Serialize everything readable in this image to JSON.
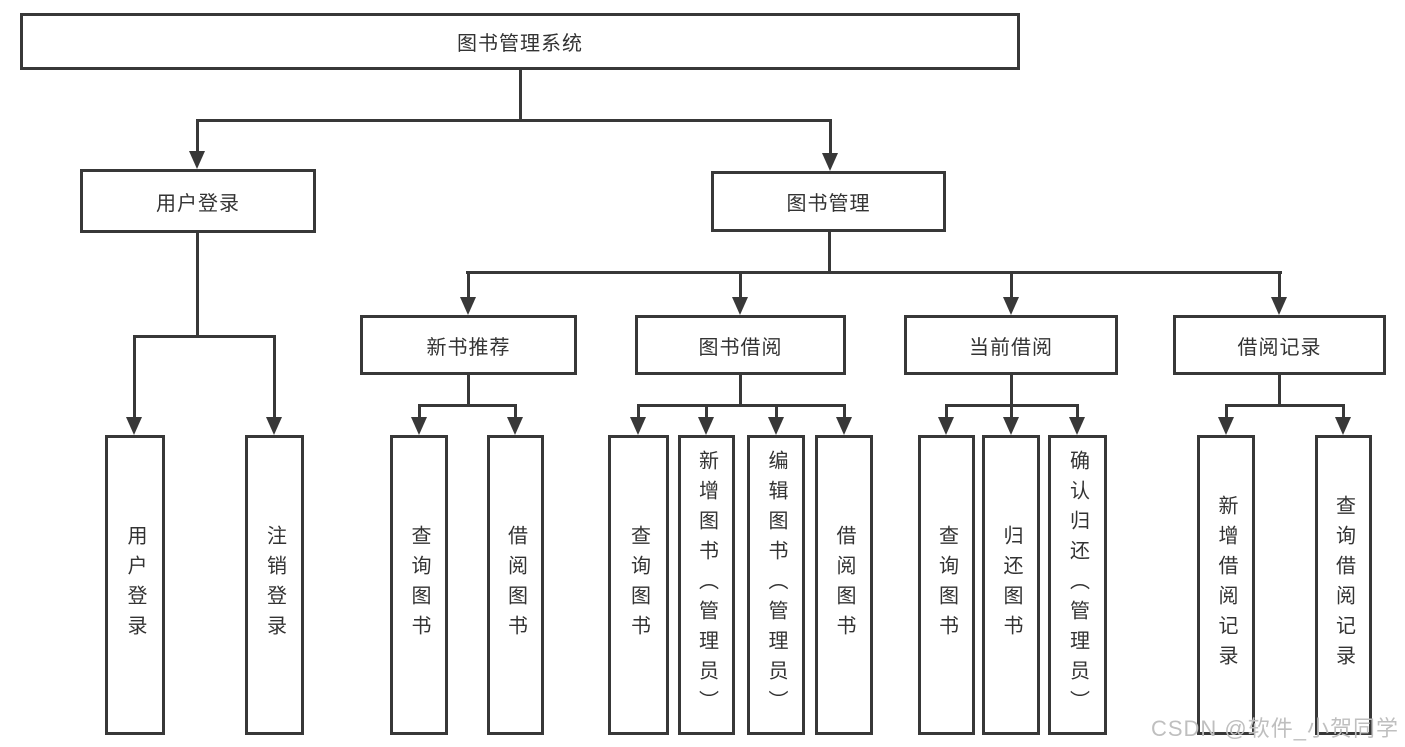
{
  "diagram": {
    "type": "hierarchy-tree",
    "colors": {
      "line": "#383838",
      "text": "#333333",
      "background": "#ffffff",
      "watermark": "#bfbfbf"
    },
    "root": {
      "label": "图书管理系统"
    },
    "branches": [
      {
        "label": "用户登录",
        "children": [
          {
            "label": "用户登录"
          },
          {
            "label": "注销登录"
          }
        ]
      },
      {
        "label": "图书管理",
        "children": [
          {
            "label": "新书推荐",
            "children": [
              {
                "label": "查询图书"
              },
              {
                "label": "借阅图书"
              }
            ]
          },
          {
            "label": "图书借阅",
            "children": [
              {
                "label": "查询图书"
              },
              {
                "label": "新增图书（管理员）"
              },
              {
                "label": "编辑图书（管理员）"
              },
              {
                "label": "借阅图书"
              }
            ]
          },
          {
            "label": "当前借阅",
            "children": [
              {
                "label": "查询图书"
              },
              {
                "label": "归还图书"
              },
              {
                "label": "确认归还（管理员）"
              }
            ]
          },
          {
            "label": "借阅记录",
            "children": [
              {
                "label": "新增借阅记录"
              },
              {
                "label": "查询借阅记录"
              }
            ]
          }
        ]
      }
    ],
    "watermark": "CSDN @软件_小贺同学"
  }
}
